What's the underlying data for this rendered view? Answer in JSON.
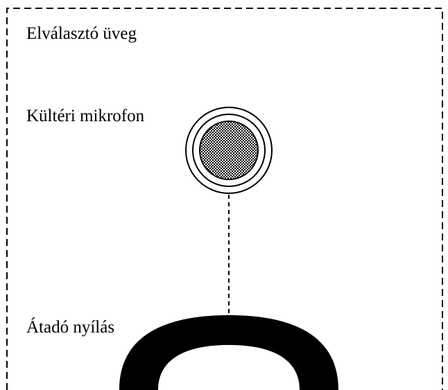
{
  "labels": {
    "separator_glass": "Elválasztó üveg",
    "outdoor_microphone": "Kültéri mikrofon",
    "transfer_opening": "Átadó nyílás"
  },
  "colors": {
    "stroke": "#000000",
    "background": "#ffffff",
    "mic_fill_dots": "#000000"
  },
  "icons": {
    "microphone": "outdoor-microphone-icon",
    "opening": "transfer-opening-arch"
  }
}
